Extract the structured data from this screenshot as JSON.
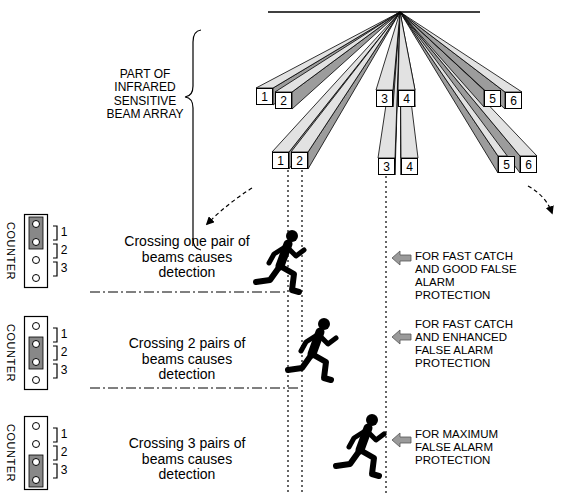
{
  "diagram": {
    "nodes": [
      {
        "text": [
          "1"
        ]
      },
      {
        "text": [
          "2"
        ]
      },
      {
        "text": [
          "3"
        ]
      },
      {
        "text": [
          "4"
        ]
      },
      {
        "text": [
          "5"
        ]
      },
      {
        "text": [
          "6"
        ]
      },
      {
        "text": [
          "1"
        ]
      },
      {
        "text": [
          "2"
        ]
      },
      {
        "text": [
          "3"
        ]
      },
      {
        "text": [
          "4"
        ]
      },
      {
        "text": [
          "5"
        ]
      },
      {
        "text": [
          "6"
        ]
      }
    ],
    "labels": [
      "PART OF INFRARED SENSITIVE BEAM ARRAY",
      "COUNTER",
      "1",
      "2",
      "3",
      "Crossing one pair of beams causes detection",
      "FOR FAST CATCH AND GOOD FALSE ALARM PROTECTION",
      "COUNTER",
      "1",
      "2",
      "3",
      "Crossing 2 pairs of beams causes detection",
      "FOR FAST CATCH AND ENHANCED FALSE ALARM PROTECTION",
      "COUNTER",
      "1",
      "2",
      "3",
      "Crossing 3 pairs of beams causes detection",
      "FOR MAXIMUM FALSE ALARM PROTECTION"
    ]
  }
}
